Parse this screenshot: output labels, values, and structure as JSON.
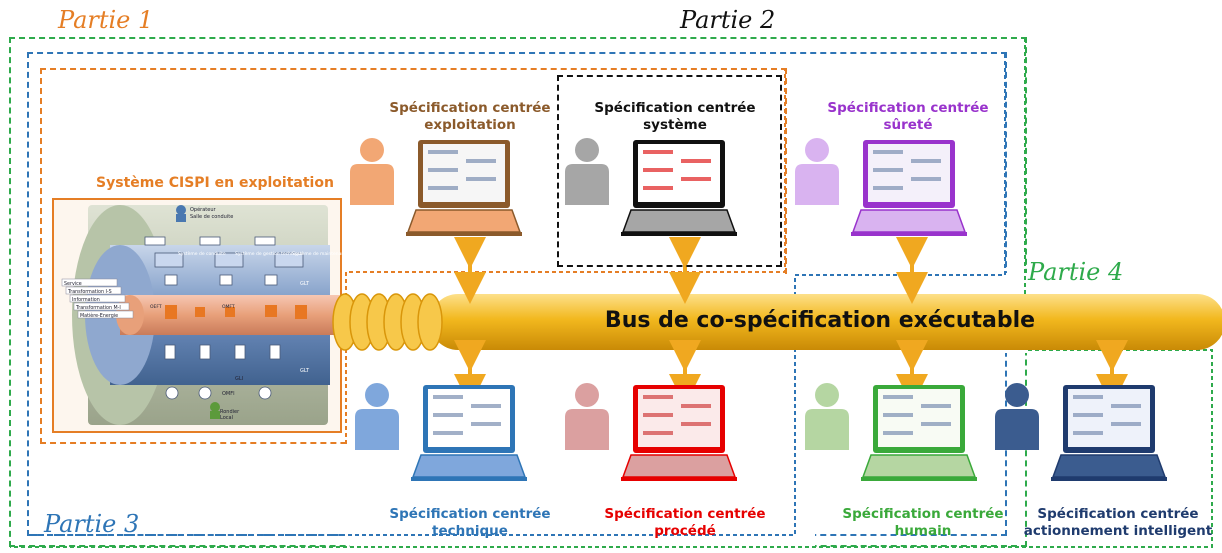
{
  "parts": {
    "p1": "Partie 1",
    "p2": "Partie 2",
    "p3": "Partie 3",
    "p4": "Partie 4"
  },
  "bus": {
    "label": "Bus de co-spécification exécutable"
  },
  "cispi": {
    "title": "Système CISPI en exploitation",
    "inner": {
      "operator": "Opérateur",
      "operator_sub": "Salle de conduite",
      "sys_conduite": "Système de conduite",
      "sys_gestion": "Système de gestion technique",
      "sys_maintenance": "Système de maintenance",
      "glt": "GLT",
      "gli": "GLI",
      "omft": "OMFT",
      "omfi": "OMFI",
      "oeft": "OEFT",
      "layers": [
        "Service",
        "Transformation I-S",
        "Information",
        "Transformation M-I",
        "Matière-Energie"
      ],
      "local": "Rondier",
      "local_sub": "Local"
    }
  },
  "stations": [
    {
      "id": "exploitation",
      "line1": "Spécification centrée",
      "line2": "exploitation",
      "color": "#8B5A2B",
      "person": "#f2a774"
    },
    {
      "id": "systeme",
      "line1": "Spécification centrée",
      "line2": "système",
      "color": "#111111",
      "person": "#a6a6a6"
    },
    {
      "id": "surete",
      "line1": "Spécification centrée",
      "line2": "sûreté",
      "color": "#9933cc",
      "person": "#d9b3f0"
    },
    {
      "id": "technique",
      "line1": "Spécification centrée",
      "line2": "technique",
      "color": "#2e75b6",
      "person": "#7fa7dc"
    },
    {
      "id": "procede",
      "line1": "Spécification centrée",
      "line2": "procédé",
      "color": "#e60000",
      "person": "#dba0a0"
    },
    {
      "id": "humain",
      "line1": "Spécification centrée",
      "line2": "humain",
      "color": "#3aa93a",
      "person": "#b5d6a2"
    },
    {
      "id": "actionnement",
      "line1": "Spécification centrée",
      "line2": "actionnement intelligent",
      "color": "#1f3b6e",
      "person": "#3b5c8f"
    }
  ],
  "colors": {
    "orange": "#e57e25",
    "blue": "#2e75b6",
    "green": "#2eaa4b",
    "bus": "#f2b81e",
    "arrow": "#f0a820"
  }
}
